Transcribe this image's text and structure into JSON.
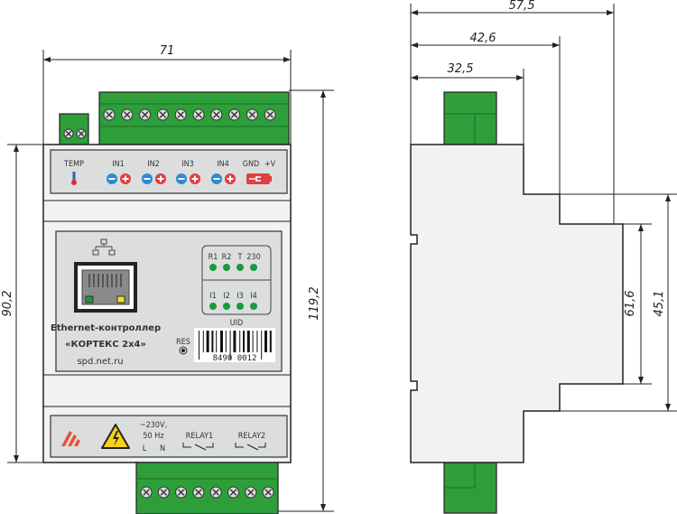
{
  "dimensions": {
    "front_width": "71",
    "front_body_height": "90,2",
    "front_total_height": "119,2",
    "side_total": "57,5",
    "side_mid": "42,6",
    "side_front": "32,5",
    "side_rail_inner": "61,6",
    "side_rail_outer": "45,1"
  },
  "top_panel": {
    "temp": "TEMP",
    "inputs": [
      "IN1",
      "IN2",
      "IN3",
      "IN4"
    ],
    "gnd": "GND",
    "vplus": "+V"
  },
  "center_panel": {
    "product_line1": "Ethernet-контроллер",
    "product_line2": "«КОРТЕКС 2х4»",
    "website": "spd.net.ru",
    "res": "RES",
    "uid": "UID",
    "barcode_number": "8490 0012",
    "led_top_labels": [
      "R1",
      "R2",
      "T",
      "230"
    ],
    "led_bottom_labels": [
      "I1",
      "I2",
      "I3",
      "I4"
    ]
  },
  "bottom_panel": {
    "voltage": "~230V,",
    "frequency": "50 Hz",
    "l": "L",
    "n": "N",
    "relay1": "RELAY1",
    "relay2": "RELAY2"
  },
  "colors": {
    "green": "#2e9e3a",
    "led": "#1a9a3a",
    "minus": "#2a8ad8",
    "plus": "#e03c3c",
    "logo": "#e8503c",
    "warning": "#f5d11a"
  }
}
